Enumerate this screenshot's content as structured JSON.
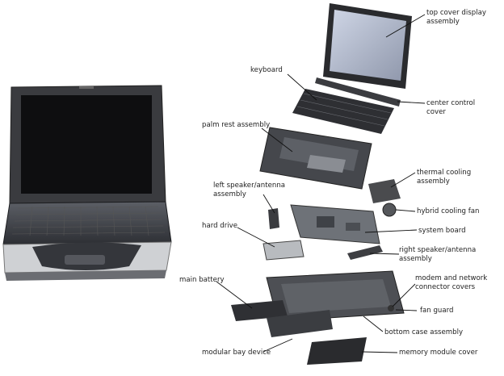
{
  "labels": {
    "top_cover": "top cover display\nassembly",
    "keyboard": "keyboard",
    "center_control": "center control\ncover",
    "palm_rest": "palm rest assembly",
    "thermal_cooling": "thermal cooling\nassembly",
    "left_speaker": "left speaker/antenna\nassembly",
    "hybrid_fan": "hybrid cooling fan",
    "hard_drive": "hard drive",
    "system_board": "system board",
    "right_speaker": "right speaker/antenna\nassembly",
    "main_battery": "main battery",
    "modem_covers": "modem and network\nconnector covers",
    "fan_guard": "fan guard",
    "bottom_case": "bottom case assembly",
    "modular_bay": "modular bay device",
    "memory_cover": "memory module cover"
  }
}
